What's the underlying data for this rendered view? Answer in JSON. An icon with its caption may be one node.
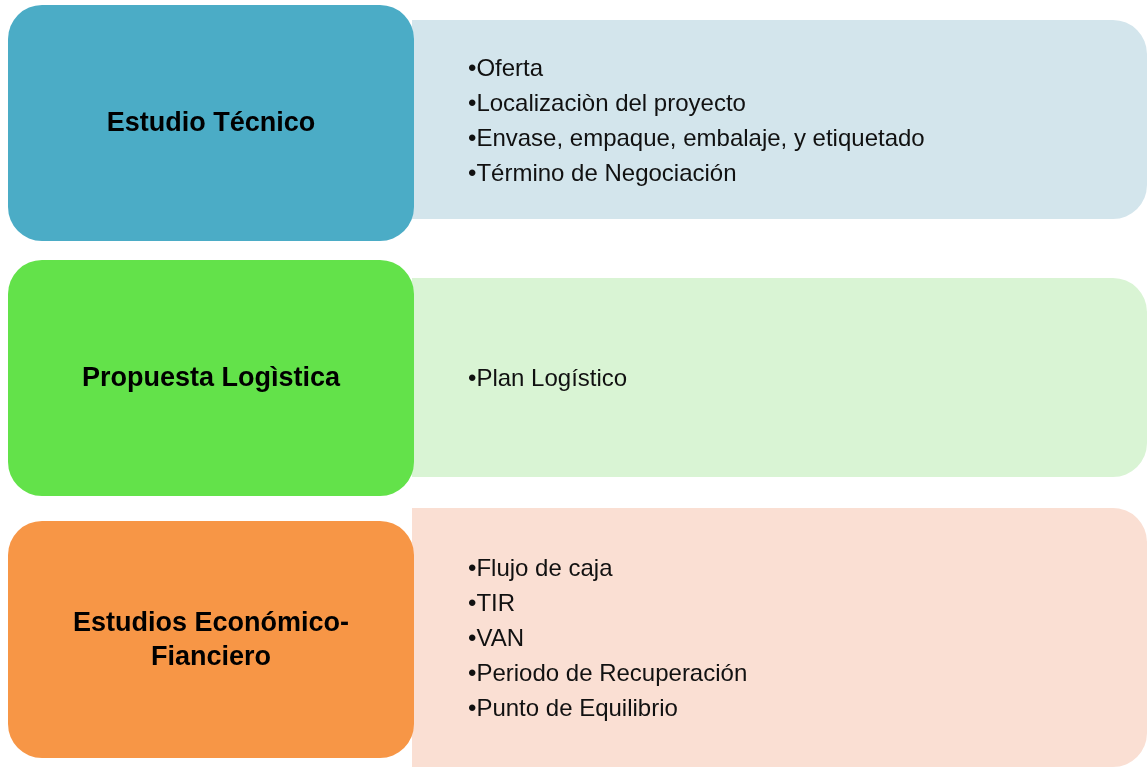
{
  "diagram": {
    "nodes": [
      {
        "text": [
          "Estudio Técnico"
        ]
      },
      {
        "text": [
          "•Oferta",
          "•Localizaciòn del proyecto",
          "•Envase, empaque, embalaje, y etiquetado",
          "•Término de Negociación"
        ]
      },
      {
        "text": [
          "Propuesta Logìstica"
        ]
      },
      {
        "text": [
          "•Plan Logístico"
        ]
      },
      {
        "text": [
          "Estudios Económico-Fianciero"
        ]
      },
      {
        "text": [
          "•Flujo de caja",
          "•TIR",
          "•VAN",
          "•Periodo de Recuperación",
          "•Punto de Equilibrio"
        ]
      }
    ]
  }
}
